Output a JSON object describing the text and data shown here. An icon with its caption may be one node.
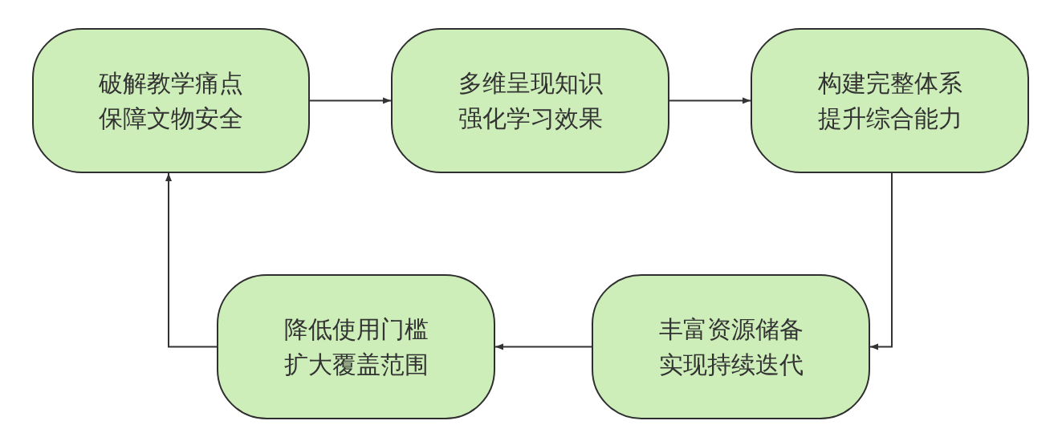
{
  "diagram": {
    "nodes": [
      {
        "text": [
          "破解教学痛点保障文物安全"
        ]
      },
      {
        "text": [
          "多维呈现知识强化学习效果"
        ]
      },
      {
        "text": [
          "构建完整体系提升综合能力"
        ]
      },
      {
        "text": [
          "丰富资源储备实现持续迭代"
        ]
      },
      {
        "text": [
          "降低使用门槛扩大覆盖范围"
        ]
      }
    ],
    "edges": [
      {
        "from": 0,
        "to": 1,
        "arrow": "to"
      },
      {
        "from": 1,
        "to": 2,
        "arrow": "to"
      },
      {
        "from": 2,
        "to": 3,
        "arrow": "to"
      },
      {
        "from": 3,
        "to": 4,
        "arrow": "to"
      },
      {
        "from": 4,
        "to": 0,
        "arrow": "to"
      }
    ]
  }
}
